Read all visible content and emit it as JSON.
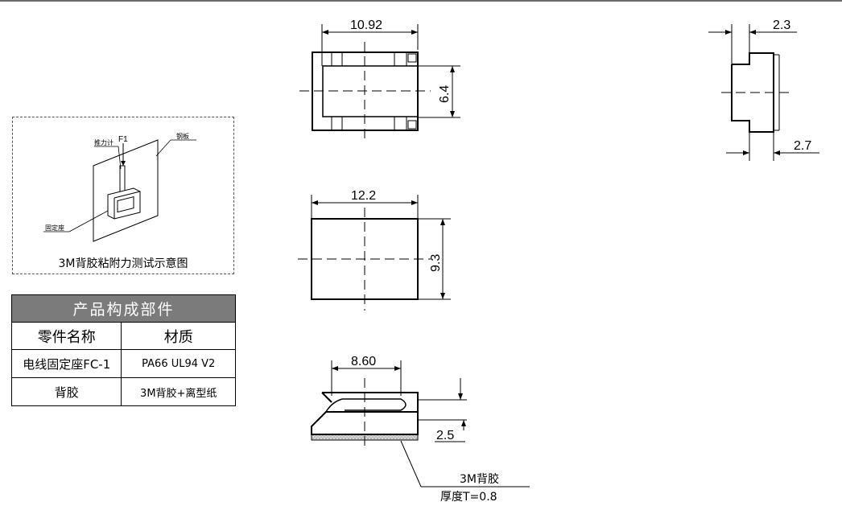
{
  "test_figure": {
    "force_label": "F1",
    "push_gauge_label": "推力计",
    "steel_plate_label": "钢板",
    "mount_label": "固定座",
    "caption": "3M背胶粘附力测试示意图"
  },
  "parts_table": {
    "title": "产品构成部件",
    "col_part": "零件名称",
    "col_material": "材质",
    "rows": [
      {
        "part": "电线固定座FC-1",
        "material": "PA66 UL94 V2"
      },
      {
        "part": "背胶",
        "material": "3M背胶+离型纸"
      }
    ]
  },
  "dimensions": {
    "top_width": "10.92",
    "top_height": "6.4",
    "side_top": "2.3",
    "side_bottom": "2.7",
    "tape_width": "12.2",
    "tape_height": "9.3",
    "front_width": "8.60",
    "front_height": "2.5",
    "adhesive_label": "3M背胶",
    "thickness_label": "厚度T=0.8"
  }
}
